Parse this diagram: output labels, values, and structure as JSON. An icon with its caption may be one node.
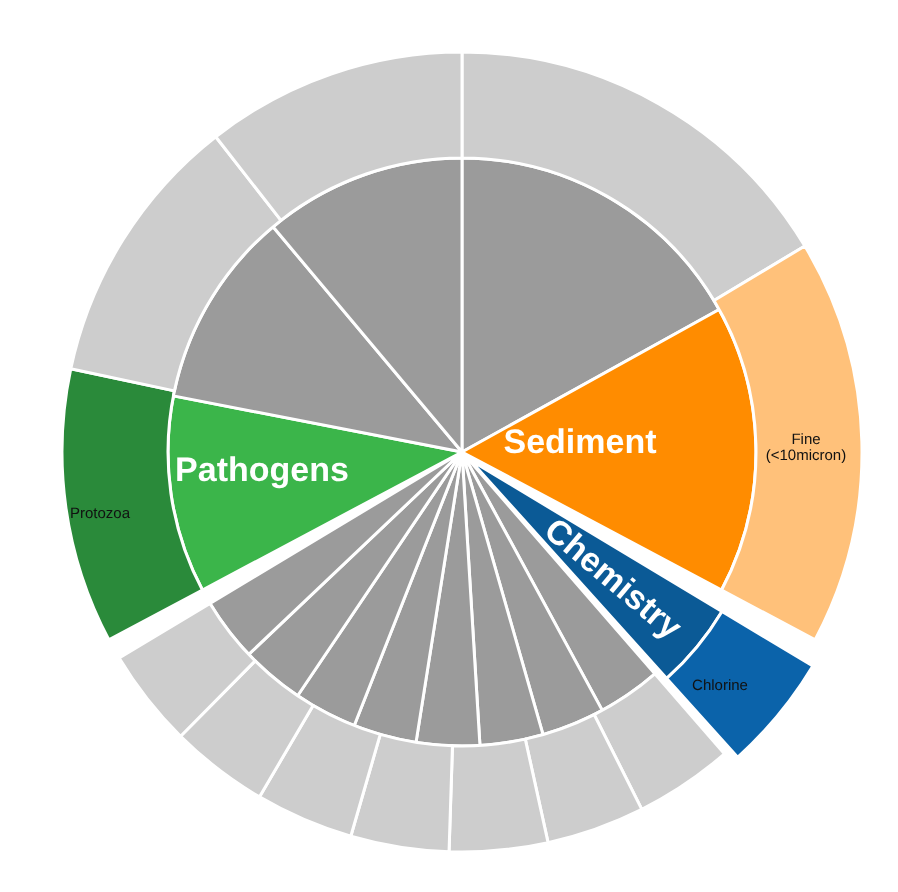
{
  "diagram": {
    "nodes": [
      {
        "text": [],
        "shape": "wedge"
      },
      {
        "text": [],
        "shape": "arc"
      },
      {
        "text": [
          "Sediment"
        ]
      },
      {
        "text": [
          "Fine (<10micron)"
        ]
      },
      {
        "text": [
          "Chemistry"
        ]
      },
      {
        "text": [
          "Chlorine"
        ]
      },
      {
        "text": [],
        "shape": "wedge"
      },
      {
        "text": [],
        "shape": "wedge"
      },
      {
        "text": [],
        "shape": "wedge"
      },
      {
        "text": [],
        "shape": "wedge"
      },
      {
        "text": [],
        "shape": "wedge"
      },
      {
        "text": [],
        "shape": "wedge"
      },
      {
        "text": [],
        "shape": "wedge"
      },
      {
        "text": [],
        "shape": "wedge"
      },
      {
        "text": [],
        "shape": "arc"
      },
      {
        "text": [],
        "shape": "arc"
      },
      {
        "text": [],
        "shape": "arc"
      },
      {
        "text": [],
        "shape": "arc"
      },
      {
        "text": [],
        "shape": "arc"
      },
      {
        "text": [],
        "shape": "arc"
      },
      {
        "text": [],
        "shape": "arc"
      },
      {
        "text": [
          "Pathogens"
        ]
      },
      {
        "text": [
          "Protozoa"
        ]
      },
      {
        "text": [],
        "shape": "wedge"
      },
      {
        "text": [],
        "shape": "wedge"
      },
      {
        "text": [],
        "shape": "arc"
      },
      {
        "text": [],
        "shape": "arc"
      }
    ]
  }
}
